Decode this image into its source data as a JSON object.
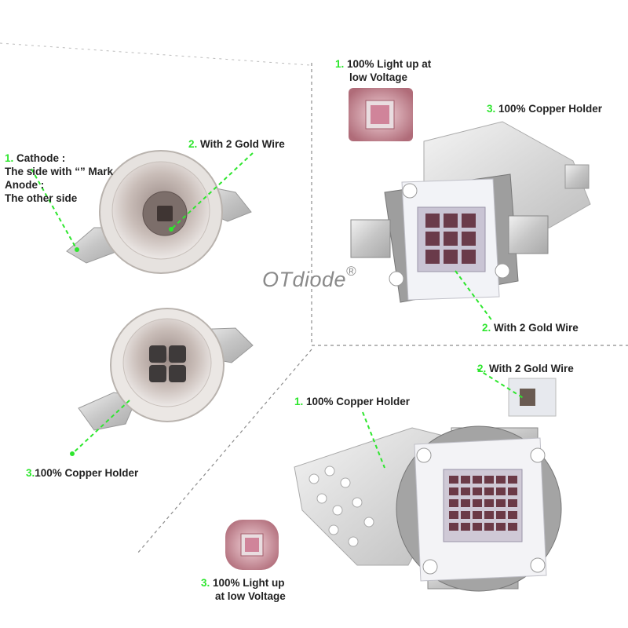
{
  "brand": {
    "name": "OTdiode",
    "mark": "®"
  },
  "single_chip_led": {
    "cathode": {
      "num": "1.",
      "line1": "Cathode :",
      "line2": "The side with “” Mark",
      "line3": "Anode :",
      "line4": "The other side"
    },
    "gold_wire": {
      "num": "2.",
      "text": "With 2 Gold Wire"
    }
  },
  "quad_chip_led": {
    "copper": {
      "num": "3.",
      "text": "100% Copper Holder"
    }
  },
  "ten_watt_module": {
    "light_up": {
      "num": "1.",
      "line1": "100% Light up at",
      "line2": "low Voltage"
    },
    "copper": {
      "num": "3.",
      "text": "100% Copper Holder"
    },
    "gold_wire": {
      "num": "2.",
      "text": "With 2 Gold Wire"
    }
  },
  "high_power_module": {
    "gold_wire": {
      "num": "2.",
      "text": "With 2 Gold Wire"
    },
    "copper": {
      "num": "1.",
      "text": "100% Copper Holder"
    },
    "light_up": {
      "num": "3.",
      "line1": "100% Light up",
      "line2": "at low Voltage"
    }
  },
  "colors": {
    "accent": "#2ee62e",
    "text": "#222222",
    "divider": "#8c8c8c",
    "brand": "#8a8a8a"
  }
}
